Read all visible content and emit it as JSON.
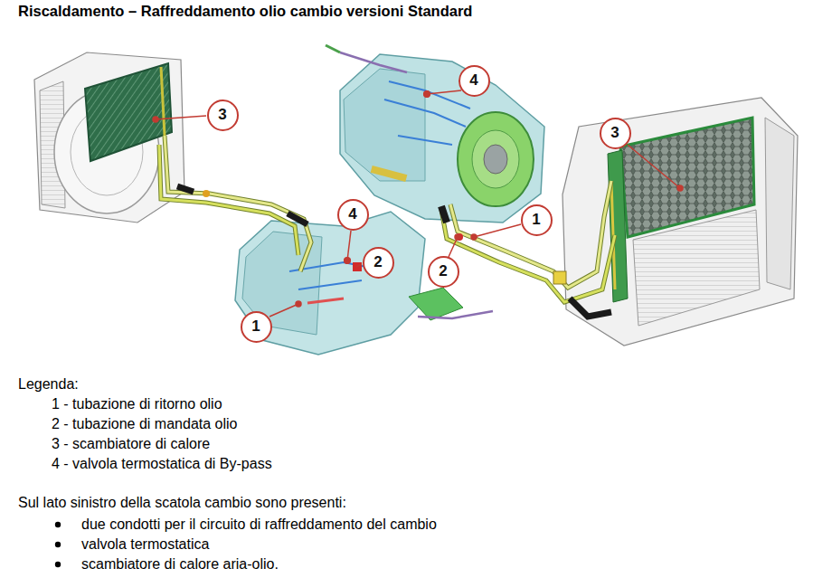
{
  "diagram": {
    "title": "Riscaldamento – Raffreddamento olio cambio versioni Standard",
    "nodes": [
      {
        "text": [
          "4"
        ]
      },
      {
        "text": [
          "3"
        ]
      },
      {
        "text": [
          "3"
        ]
      },
      {
        "text": [
          "4"
        ]
      },
      {
        "text": [
          "1"
        ]
      },
      {
        "text": [
          "2"
        ]
      },
      {
        "text": [
          "2"
        ]
      },
      {
        "text": [
          "1"
        ]
      }
    ],
    "labels": [
      "Legenda:",
      "Sul lato sinistro della scatola cambio sono presenti:",
      "due condotti per il circuito di raffreddamento del cambio",
      "valvola termostatica",
      "scambiatore di calore aria-olio."
    ],
    "legend": [
      {
        "text": "1 - tubazione di ritorno olio"
      },
      {
        "text": "2 - tubazione di mandata olio"
      },
      {
        "text": "3 - scambiatore di calore"
      },
      {
        "text": "4 - valvola termostatica di By-pass"
      }
    ]
  }
}
